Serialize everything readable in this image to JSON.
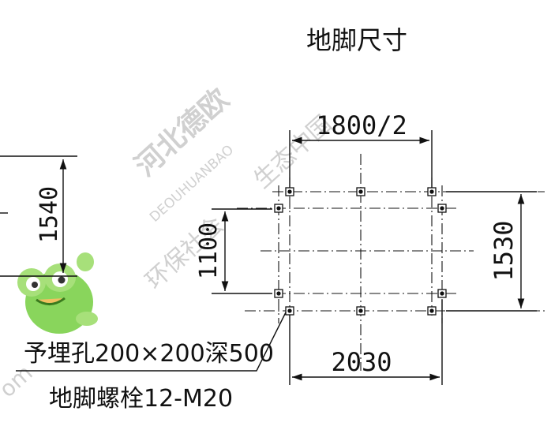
{
  "drawing": {
    "title": "地脚尺寸",
    "dimensions": {
      "top_span": "1800/2",
      "left_partial": "1540",
      "inner_vertical": "1100",
      "right_vertical": "1530",
      "bottom_span": "2030"
    },
    "notes": {
      "pit": "予埋孔200×200深500",
      "bolts": "地脚螺栓12-M20"
    }
  },
  "watermark": {
    "company": "河北德欧",
    "pinyin": "DEOUHUANBAO",
    "slogan_1": "生态中国",
    "slogan_2": "环保社会",
    "web_fragment": "om"
  },
  "colors": {
    "line": "#111111",
    "watermark": "#d6d6d6",
    "mascot_green": "#7cd04a"
  }
}
